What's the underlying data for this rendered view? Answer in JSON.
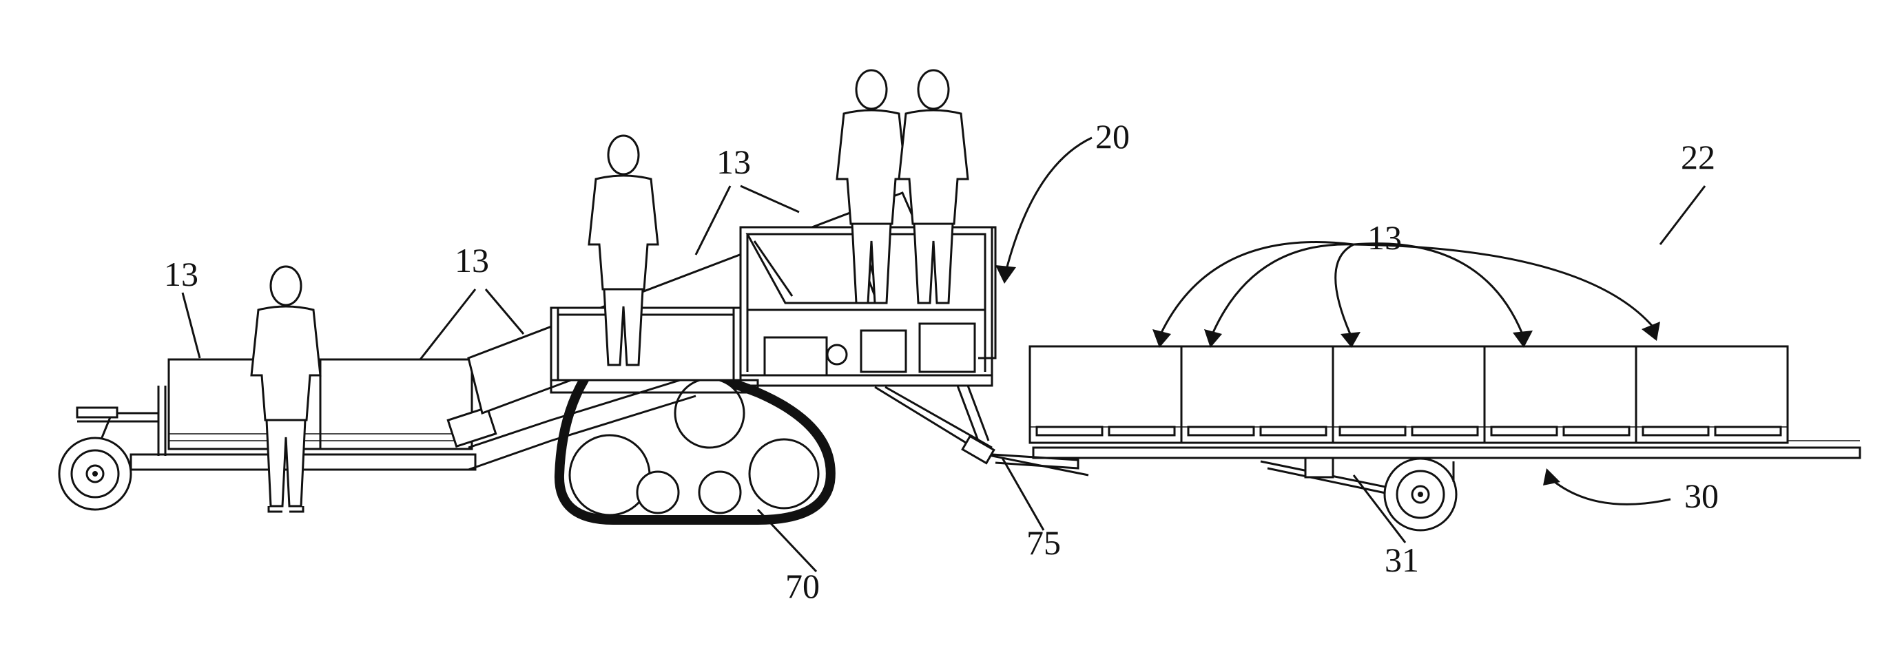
{
  "figure": {
    "reference_labels": {
      "crate_far_left": "13",
      "crate_mid_left": "13",
      "conveyor": "13",
      "trailer_crates": "13",
      "machine": "20",
      "field": "22",
      "trailer": "30",
      "trailer_axle": "31",
      "track": "70",
      "hitch": "75"
    }
  }
}
